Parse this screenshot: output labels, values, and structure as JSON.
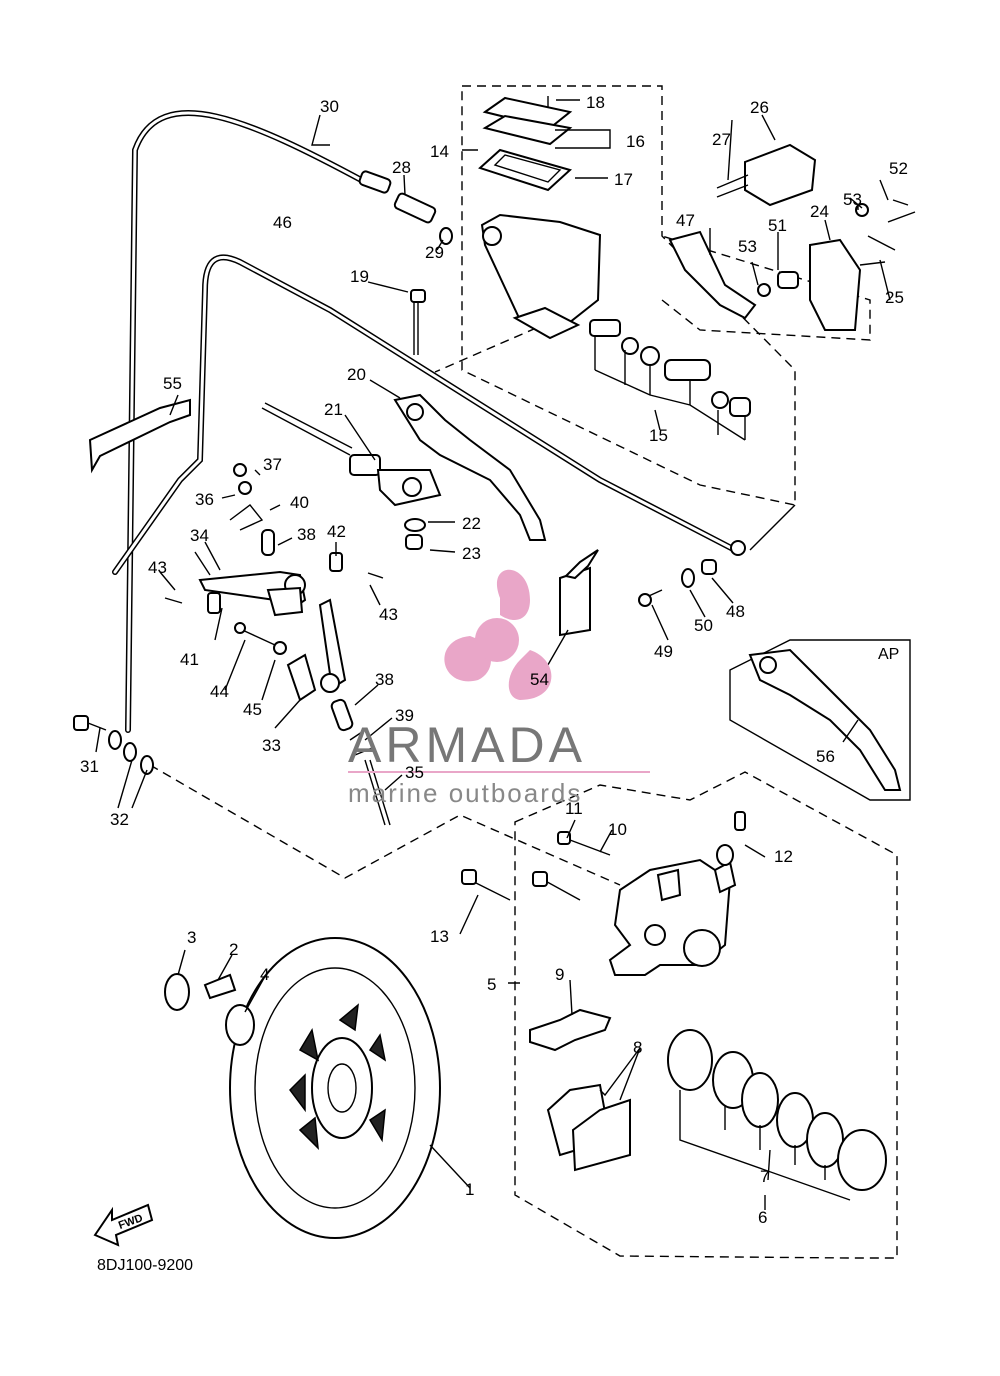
{
  "diagram": {
    "drawing_code": "8DJ100-9200",
    "inset_label": "AP",
    "direction_arrow": "FWD",
    "watermark": {
      "brand": "ARMADA",
      "subtitle": "marine outboards"
    },
    "labels": [
      {
        "id": "l1",
        "text": "1"
      },
      {
        "id": "l2",
        "text": "2"
      },
      {
        "id": "l3",
        "text": "3"
      },
      {
        "id": "l4",
        "text": "4"
      },
      {
        "id": "l5",
        "text": "5"
      },
      {
        "id": "l6",
        "text": "6"
      },
      {
        "id": "l7",
        "text": "7"
      },
      {
        "id": "l8",
        "text": "8"
      },
      {
        "id": "l9",
        "text": "9"
      },
      {
        "id": "l10",
        "text": "10"
      },
      {
        "id": "l11",
        "text": "11"
      },
      {
        "id": "l12",
        "text": "12"
      },
      {
        "id": "l13",
        "text": "13"
      },
      {
        "id": "l14",
        "text": "14"
      },
      {
        "id": "l15",
        "text": "15"
      },
      {
        "id": "l16",
        "text": "16"
      },
      {
        "id": "l17",
        "text": "17"
      },
      {
        "id": "l18",
        "text": "18"
      },
      {
        "id": "l19",
        "text": "19"
      },
      {
        "id": "l20",
        "text": "20"
      },
      {
        "id": "l21",
        "text": "21"
      },
      {
        "id": "l22",
        "text": "22"
      },
      {
        "id": "l23",
        "text": "23"
      },
      {
        "id": "l24",
        "text": "24"
      },
      {
        "id": "l25",
        "text": "25"
      },
      {
        "id": "l26",
        "text": "26"
      },
      {
        "id": "l27",
        "text": "27"
      },
      {
        "id": "l28",
        "text": "28"
      },
      {
        "id": "l29",
        "text": "29"
      },
      {
        "id": "l30",
        "text": "30"
      },
      {
        "id": "l31",
        "text": "31"
      },
      {
        "id": "l32",
        "text": "32"
      },
      {
        "id": "l33",
        "text": "33"
      },
      {
        "id": "l34",
        "text": "34"
      },
      {
        "id": "l35",
        "text": "35"
      },
      {
        "id": "l36",
        "text": "36"
      },
      {
        "id": "l37",
        "text": "37"
      },
      {
        "id": "l38a",
        "text": "38"
      },
      {
        "id": "l38b",
        "text": "38"
      },
      {
        "id": "l39",
        "text": "39"
      },
      {
        "id": "l40",
        "text": "40"
      },
      {
        "id": "l41",
        "text": "41"
      },
      {
        "id": "l42",
        "text": "42"
      },
      {
        "id": "l43a",
        "text": "43"
      },
      {
        "id": "l43b",
        "text": "43"
      },
      {
        "id": "l44",
        "text": "44"
      },
      {
        "id": "l45",
        "text": "45"
      },
      {
        "id": "l46",
        "text": "46"
      },
      {
        "id": "l47",
        "text": "47"
      },
      {
        "id": "l48",
        "text": "48"
      },
      {
        "id": "l49",
        "text": "49"
      },
      {
        "id": "l50",
        "text": "50"
      },
      {
        "id": "l51",
        "text": "51"
      },
      {
        "id": "l52",
        "text": "52"
      },
      {
        "id": "l53a",
        "text": "53"
      },
      {
        "id": "l53b",
        "text": "53"
      },
      {
        "id": "l54",
        "text": "54"
      },
      {
        "id": "l55",
        "text": "55"
      },
      {
        "id": "l56",
        "text": "56"
      }
    ]
  },
  "colors": {
    "watermark_pink": "#e9a6c8",
    "watermark_gray": "#808080",
    "line": "#000000"
  }
}
